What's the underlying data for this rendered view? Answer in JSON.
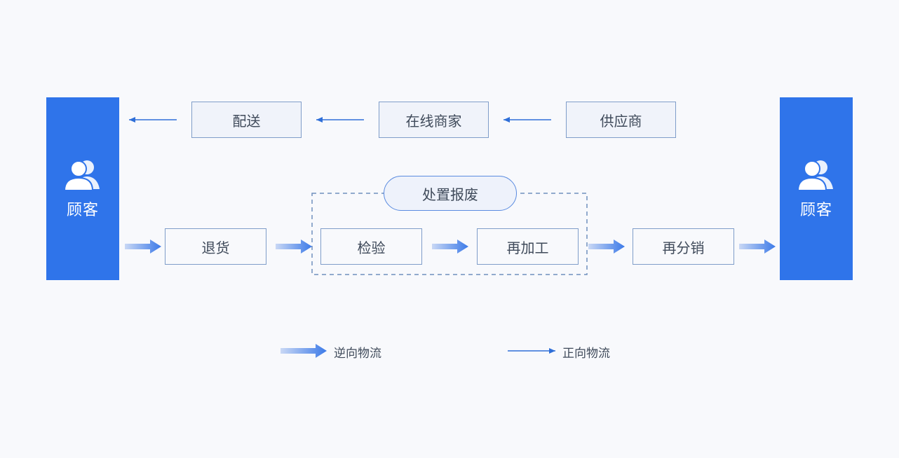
{
  "customer_left": {
    "label": "顾客",
    "icon": "users-icon"
  },
  "customer_right": {
    "label": "顾客",
    "icon": "users-icon"
  },
  "forward_flow": {
    "nodes": [
      "配送",
      "在线商家",
      "供应商"
    ]
  },
  "reverse_flow": {
    "nodes": [
      "退货",
      "检验",
      "再加工",
      "再分销"
    ],
    "group_label": "处置报废"
  },
  "legend": {
    "reverse_label": "逆向物流",
    "forward_label": "正向物流"
  },
  "colors": {
    "primary": "#2f74ea",
    "border": "#7f9dc9",
    "text": "#3f4a5a",
    "background": "#f8f9fc"
  }
}
